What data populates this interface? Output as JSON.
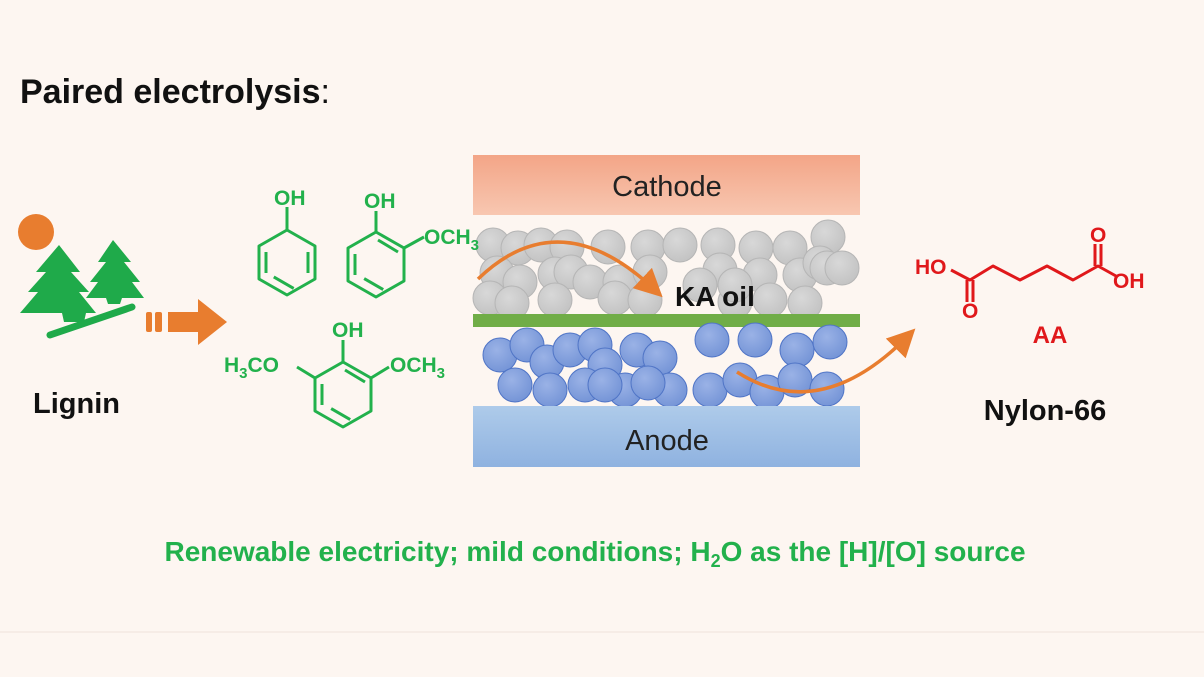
{
  "title": "Paired electrolysis",
  "title_colon": ":",
  "feedstock": {
    "label": "Lignin",
    "icon": "forest-sun-icon"
  },
  "monomers": {
    "phenol_oh": "OH",
    "guaiacol_oh": "OH",
    "guaiacol_och3": "OCH",
    "guaiacol_sub": "3",
    "syringol_oh": "OH",
    "syringol_left": "H",
    "syringol_left_sub": "3",
    "syringol_left_rest": "CO",
    "syringol_right": "OCH",
    "syringol_right_sub": "3"
  },
  "cell": {
    "cathode_label": "Cathode",
    "anode_label": "Anode",
    "intermediate_label": "KA oil"
  },
  "product": {
    "ho": "HO",
    "o_bottom": "O",
    "o_top": "O",
    "oh": "OH",
    "label": "AA",
    "final_label": "Nylon-66"
  },
  "footer": {
    "part1": "Renewable electricity; mild conditions; H",
    "sub": "2",
    "part2": "O as the [H]/[O] source"
  },
  "colors": {
    "green": "#22b14c",
    "orange": "#e87d2f",
    "red": "#e0181b",
    "cathode": "#f4a98a",
    "anode": "#9dbde6",
    "separator": "#70ad47",
    "gray_particle": "#cfcfcf",
    "blue_particle": "#7f9fdc"
  }
}
